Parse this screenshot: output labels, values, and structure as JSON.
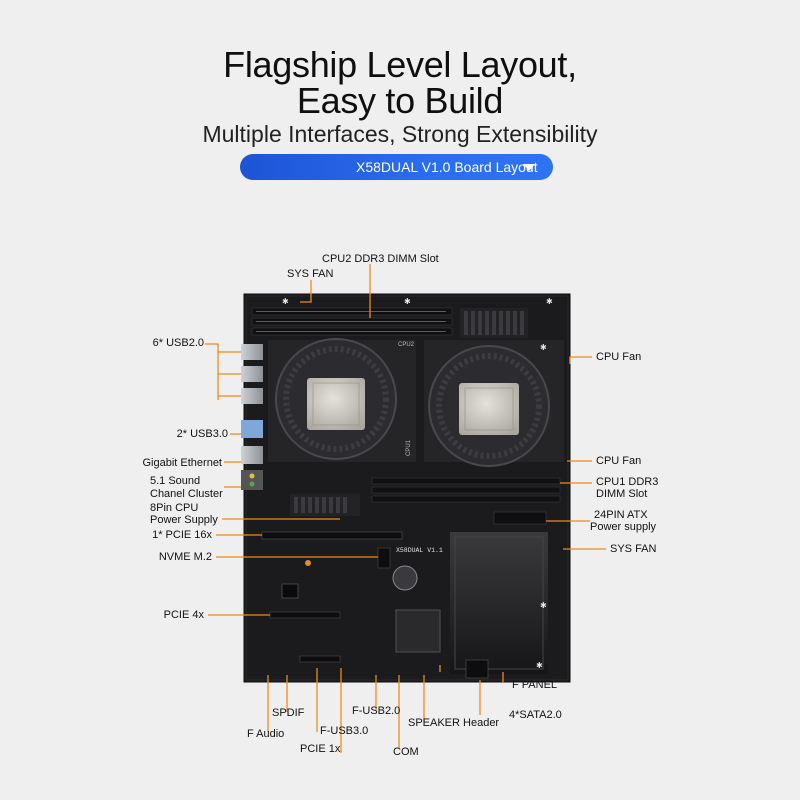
{
  "header": {
    "headline_line1": "Flagship Level Layout,",
    "headline_line2": "Easy to Build",
    "subtitle": "Multiple Interfaces, Strong Extensibility",
    "layout_button": "X58DUAL V1.0 Board Layout"
  },
  "board": {
    "silkscreen_model": "X58DUAL V1.1",
    "silkscreen_cpu1": "CPU1",
    "silkscreen_cpu2": "CPU2"
  },
  "labels": {
    "cpu2_ddr3": "CPU2 DDR3 DIMM Slot",
    "sys_fan_top": "SYS FAN",
    "usb20_6": "6* USB2.0",
    "cpu_fan_upper": "CPU Fan",
    "usb30_2": "2* USB3.0",
    "gigabit_ethernet": "Gigabit Ethernet",
    "cpu_fan_lower": "CPU Fan",
    "sound_line1": "5.1 Sound",
    "sound_line2": "Chanel Cluster",
    "cpu1_ddr3_line1": "CPU1 DDR3",
    "cpu1_ddr3_line2": "DIMM Slot",
    "cpu_power_line1": "8Pin CPU",
    "cpu_power_line2": "Power Supply",
    "atx_line1": "24PIN ATX",
    "atx_line2": "Power supply",
    "pcie16": "1*  PCIE 16x",
    "sys_fan_right": "SYS FAN",
    "nvme": "NVME M.2",
    "pcie4": "PCIE 4x",
    "f_panel": "F PANEL",
    "spdif": "SPDIF",
    "f_usb20": "F-USB2.0",
    "sata": "4*SATA2.0",
    "f_audio": "F Audio",
    "f_usb30": "F-USB3.0",
    "speaker": "SPEAKER Header",
    "pcie1": "PCIE 1x",
    "com": "COM"
  },
  "colors": {
    "background": "#efefef",
    "accent_blue": "#2460e0",
    "leader_orange": "#f08a1c",
    "board_black": "#1b1b1d"
  }
}
